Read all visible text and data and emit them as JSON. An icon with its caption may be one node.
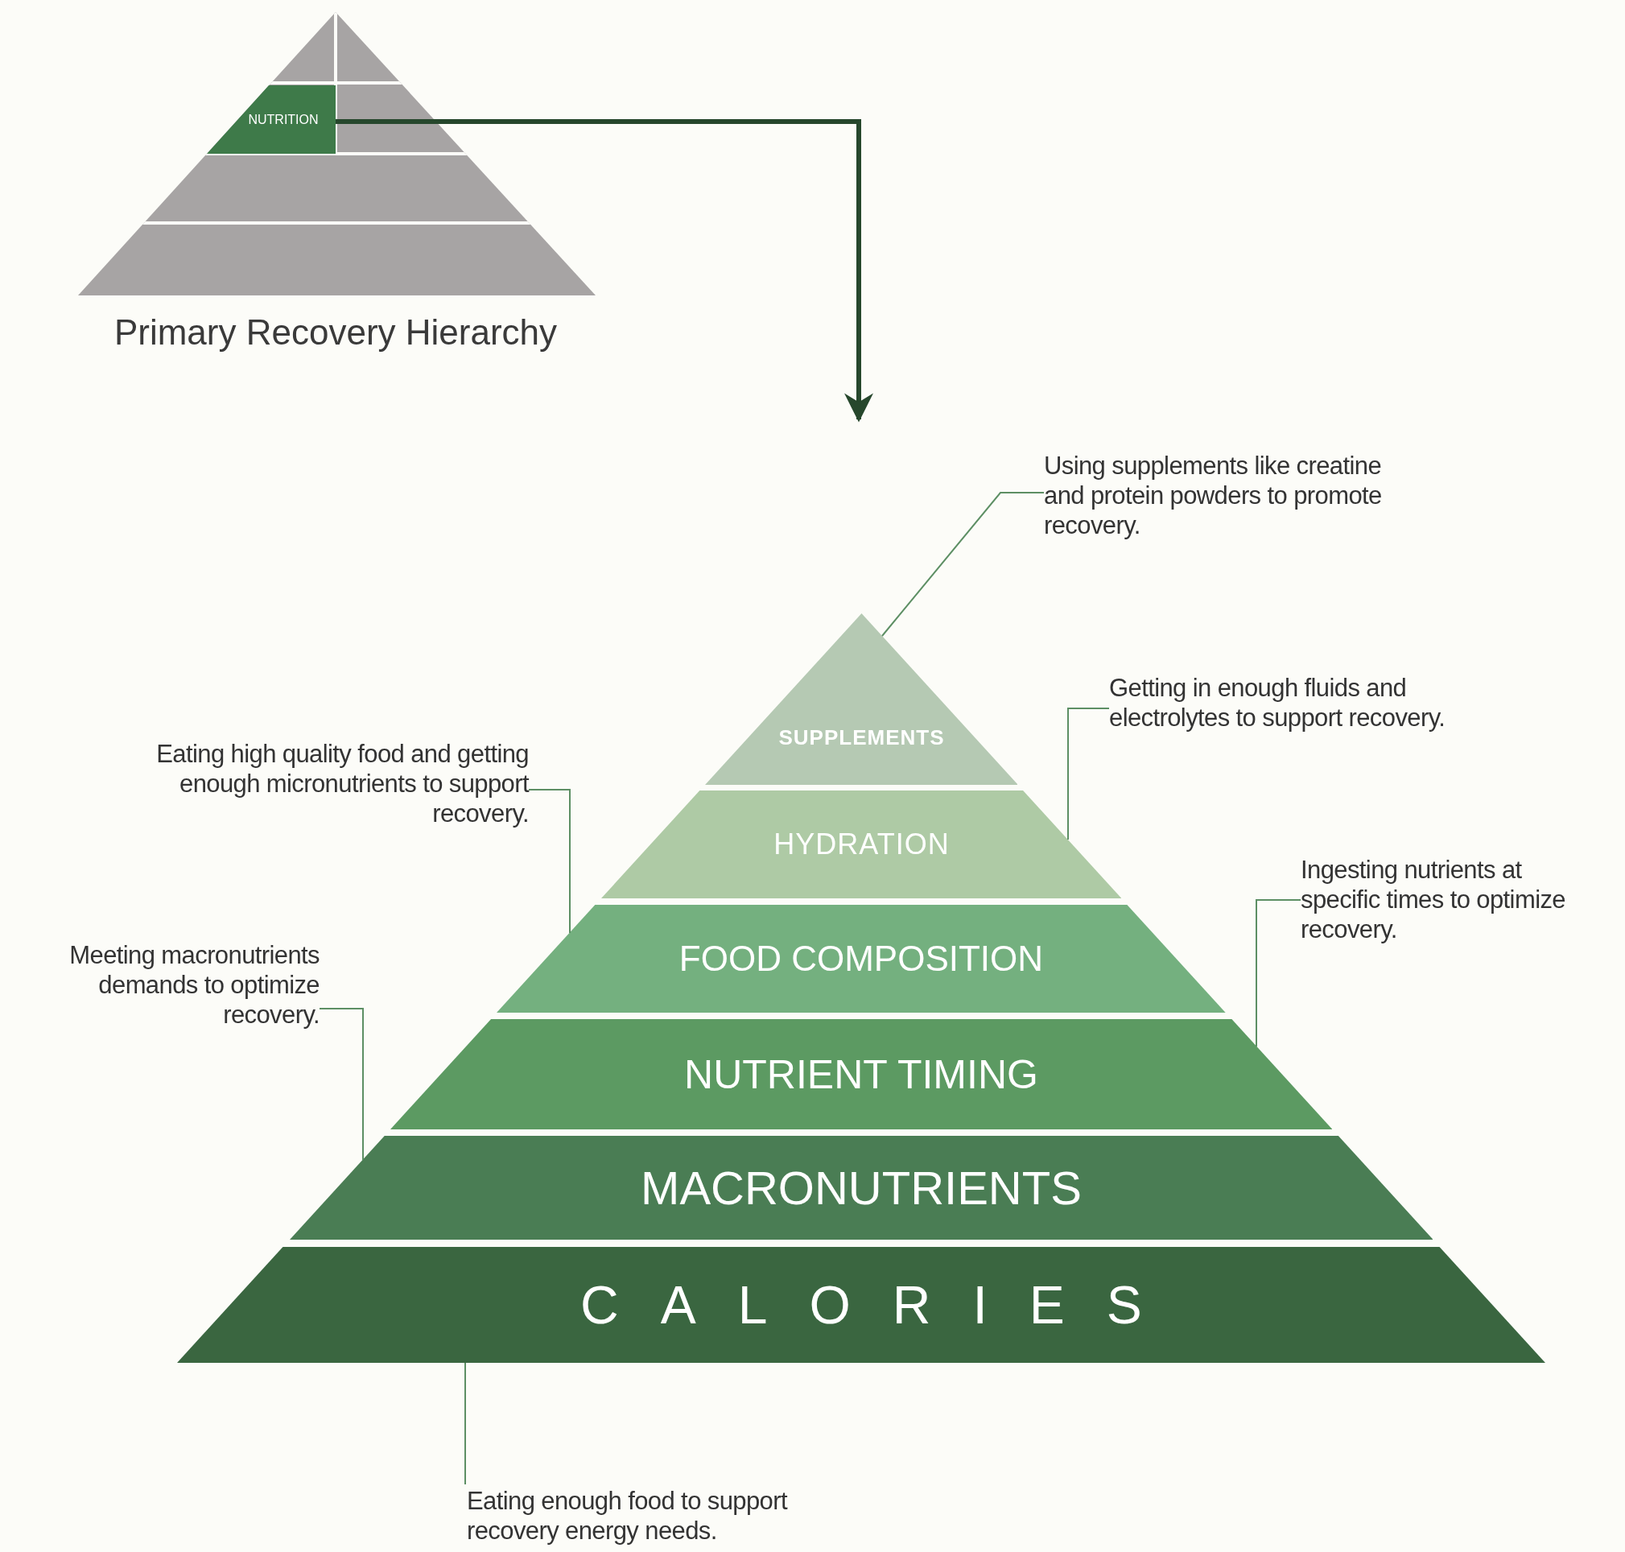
{
  "diagram": {
    "nodes": [
      {
        "text": [
          "NUTRITION"
        ]
      },
      {
        "text": [
          "SUPPLEMENTS"
        ]
      },
      {
        "text": [
          "HYDRATION"
        ]
      },
      {
        "text": [
          "FOOD COMPOSITION"
        ]
      },
      {
        "text": [
          "NUTRIENT TIMING"
        ]
      },
      {
        "text": [
          "MACRONUTRIENTS"
        ]
      },
      {
        "text": [
          "CALORIES"
        ]
      },
      {
        "text": [
          "Using supplements like creatine and protein powders to promote recovery."
        ]
      },
      {
        "text": [
          "Getting in enough fluids and electrolytes to support recovery."
        ]
      },
      {
        "text": [
          "Eating high quality food and getting enough micronutrients to support recovery."
        ]
      },
      {
        "text": [
          "Ingesting nutrients at specific times to optimize recovery."
        ]
      },
      {
        "text": [
          "Meeting macronutrients demands to optimize recovery."
        ]
      },
      {
        "text": [
          "Eating enough food to support recovery energy needs."
        ]
      }
    ],
    "edges": [
      {
        "from": 0,
        "to": null,
        "arrow": "to",
        "style": "thick",
        "color": "#26472c"
      },
      {
        "from": 7,
        "to": 1,
        "arrow": "none"
      },
      {
        "from": 8,
        "to": 2,
        "arrow": "none"
      },
      {
        "from": 9,
        "to": 3,
        "arrow": "none"
      },
      {
        "from": 10,
        "to": 4,
        "arrow": "none"
      },
      {
        "from": 11,
        "to": 5,
        "arrow": "none"
      },
      {
        "from": 12,
        "to": 6,
        "arrow": "none"
      }
    ],
    "labels": [
      "Primary Recovery Hierarchy"
    ]
  }
}
